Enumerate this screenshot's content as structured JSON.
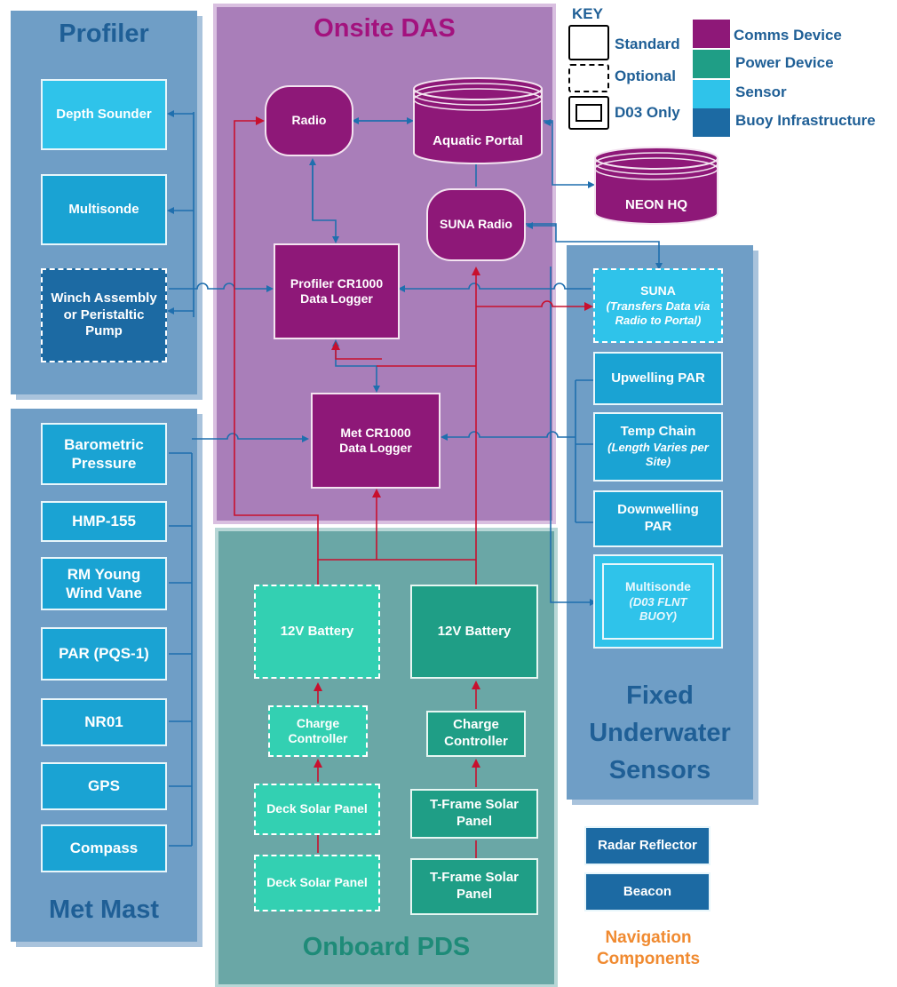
{
  "panels": {
    "profiler": "Profiler",
    "onsite_das": "Onsite DAS",
    "met_mast": "Met Mast",
    "onboard_pds": "Onboard PDS",
    "fixed_underwater": [
      "Fixed",
      "Underwater",
      "Sensors"
    ]
  },
  "key": {
    "title": "KEY",
    "standard": "Standard",
    "optional": "Optional",
    "d03_only": "D03 Only",
    "comms_device": "Comms Device",
    "power_device": "Power Device",
    "sensor": "Sensor",
    "buoy_infrastructure": "Buoy Infrastructure",
    "colors": {
      "comms": "#8e1878",
      "power": "#1f9e86",
      "sensor": "#2fc3ea",
      "infra": "#1c6aa3"
    }
  },
  "profiler": {
    "depth_sounder": "Depth Sounder",
    "multisonde": "Multisonde",
    "winch_lines": [
      "Winch Assembly",
      "or Peristaltic",
      "Pump"
    ]
  },
  "das": {
    "radio": "Radio",
    "aquatic_portal": "Aquatic Portal",
    "suna_radio": "SUNA Radio",
    "profiler_logger": [
      "Profiler CR1000",
      "Data Logger"
    ],
    "met_logger": [
      "Met  CR1000",
      "Data Logger"
    ]
  },
  "neon_hq": "NEON HQ",
  "met_mast": {
    "barometric": [
      "Barometric",
      "Pressure"
    ],
    "hmp": "HMP-155",
    "wind_vane": [
      "RM Young",
      "Wind Vane"
    ],
    "par": "PAR (PQS-1)",
    "nr01": "NR01",
    "gps": "GPS",
    "compass": "Compass"
  },
  "pds": {
    "battery_left": "12V Battery",
    "battery_right": "12V Battery",
    "charge_left": [
      "Charge",
      "Controller"
    ],
    "charge_right": [
      "Charge",
      "Controller"
    ],
    "deck_solar_1": "Deck Solar Panel",
    "deck_solar_2": "Deck Solar Panel",
    "tframe_1": [
      "T-Frame Solar",
      "Panel"
    ],
    "tframe_2": [
      "T-Frame Solar",
      "Panel"
    ]
  },
  "underwater": {
    "suna_title": "SUNA",
    "suna_note": [
      "(Transfers Data via",
      "Radio to Portal)"
    ],
    "upwelling": "Upwelling PAR",
    "temp_chain": "Temp Chain",
    "temp_note": [
      "(Length Varies per",
      "Site)"
    ],
    "downwelling": [
      "Downwelling",
      "PAR"
    ],
    "multisonde": "Multisonde",
    "multisonde_note": [
      "(D03 FLNT",
      "BUOY)"
    ]
  },
  "navigation": {
    "radar": "Radar Reflector",
    "beacon": "Beacon",
    "label": [
      "Navigation",
      "Components"
    ]
  }
}
